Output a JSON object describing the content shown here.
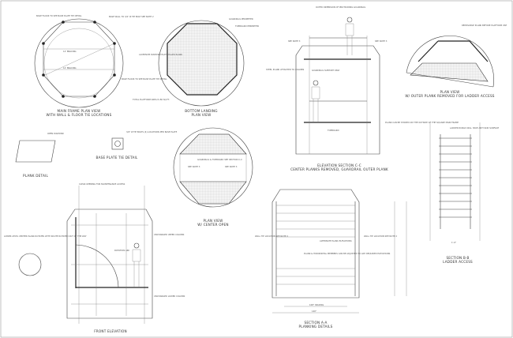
{
  "views": {
    "main_frame": {
      "title": "MAIN FRAME PLAN VIEW",
      "subtitle": "WITH WALL & FLOOR TIE LOCATIONS",
      "notes": [
        "BASE FLOOR TO SEE BASE PLATE TIE DETAIL",
        "BASE WALL TO 3/4\" Ø TIE BOLT SEE NOTE 2",
        "BASE FLOOR TO SEE BASE PLATE TIE DETAIL",
        "12' BRACING",
        "12' BRACING"
      ]
    },
    "bottom_landing": {
      "title": "BOTTOM LANDING",
      "subtitle": "PLAN VIEW",
      "notes": [
        "GUARDRAIL PERIMETER",
        "TOEBOARD PERIMETER",
        "ALUMINUM DIAMOND PLATE FILLER PLANK",
        "TOTAL PLATFORM AREA IS 80 SQ.FT."
      ]
    },
    "plank_detail": {
      "title": "PLANK DETAIL",
      "notes": [
        "OPEN DIAMOND"
      ]
    },
    "base_plate": {
      "title": "BASE PLATE TIE DETAIL",
      "notes": [
        "3/4\" Ø TIE BOLTS (4) LOCATIONS PER BASE PLATE"
      ]
    },
    "center_open": {
      "title": "PLAN VIEW",
      "subtitle": "W/ CENTER OPEN",
      "notes": [
        "GUARDRAIL & TOEBOARD SEE SECTION C-C",
        "SEE NOTE 3",
        "SEE NOTE 3"
      ]
    },
    "elevation_cc": {
      "title": "ELEVATION SECTION C-C",
      "subtitle": "CENTER PLANKS REMOVED, GUARDRAIL OUTER PLANK",
      "notes": [
        "OUTER DIMENSION OF PROTRUDING GUARDRAIL",
        "SEE NOTE 3",
        "SEE NOTE 3",
        "STEEL PLANK ATTACHED TO COLUMN",
        "GUARDRAIL SUPPORT ONLY",
        "TOEBOARD",
        "PLANK CAN BE STORED ON THE OUTSIDE OF THE SQUARE MAIN FRAME"
      ]
    },
    "outer_plank": {
      "title": "PLAN VIEW",
      "subtitle": "W/ OUTER PLANK REMOVED FOR LADDER ACCESS",
      "notes": [
        "REMOVABLE PLANK BEFORE PLATFORM USE"
      ]
    },
    "section_bb": {
      "title": "SECTION B-B",
      "subtitle": "LADDER ACCESS",
      "notes": [
        "LADDER RUNGS WILL HAVE ANTI SKID SURFACE",
        "1'-0\""
      ]
    },
    "front_elevation": {
      "title": "FRONT ELEVATION",
      "notes": [
        "CLEAR OPENING FOR MAINTENANCE ACCESS",
        "LOWER LEVEL CENTER PLANK ROTATES WITH ROUTE ROTATED OUT OF THE WAY",
        "ROTATION ARC",
        "UNCHANGED UPPER COLUMN",
        "UNCHANGED LOWER COLUMN"
      ]
    },
    "section_aa": {
      "title": "SECTION A-A",
      "subtitle": "PLANKING DETAILS",
      "notes": [
        "WALL TIE LOCATION SEE NOTE 2",
        "WALL TIE LOCATION SEE NOTE 2",
        "ALTERNATE PLANK ELEVATIONS",
        "PLANK & HORIZONTAL MEMBERS CAN BE ADJUSTED TO ANY REQUIRED ELEVATIONS",
        "108\" SPACING",
        "140\""
      ]
    }
  }
}
